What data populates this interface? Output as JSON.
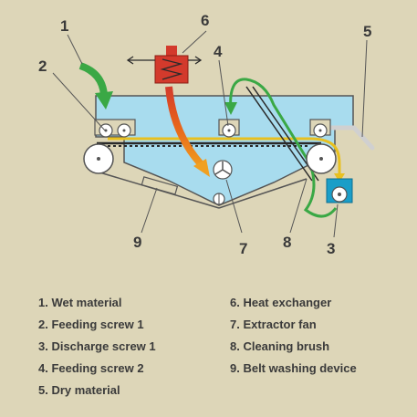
{
  "callouts": [
    {
      "num": "1",
      "label": "Wet material"
    },
    {
      "num": "2",
      "label": "Feeding screw 1"
    },
    {
      "num": "3",
      "label": "Discharge screw 1"
    },
    {
      "num": "4",
      "label": "Feeding screw 2"
    },
    {
      "num": "5",
      "label": "Dry material"
    },
    {
      "num": "6",
      "label": "Heat exchanger"
    },
    {
      "num": "7",
      "label": "Extractor fan"
    },
    {
      "num": "8",
      "label": "Cleaning brush"
    },
    {
      "num": "9",
      "label": "Belt washing device"
    }
  ],
  "legend_items": [
    "1. Wet material",
    "2. Feeding screw 1",
    "3. Discharge screw 1",
    "4. Feeding screw 2",
    "5. Dry material",
    "6. Heat exchanger",
    "7. Extractor fan",
    "8. Cleaning brush",
    "9. Belt washing device"
  ],
  "colors": {
    "background": "#ddd6b8",
    "chamber": "#a8dcee",
    "chamber_outline": "#555555",
    "belt": "#2a2a2a",
    "wet_material_arrow": "#3aa845",
    "dry_material": "#d0d0d0",
    "heat_exchanger": "#d33a2c",
    "hot_air_arrow": "#e8661a",
    "product_path": "#e8c020",
    "discharge_box": "#1a9ec8"
  }
}
